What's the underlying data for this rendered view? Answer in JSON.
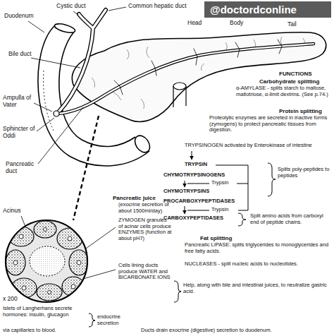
{
  "diagram": {
    "labels": [
      "@doctordconline",
      "Cystic duct",
      "Common hepatic duct",
      "Duodenum",
      "Head",
      "Body",
      "Tail",
      "Bile duct",
      "Ampulla of Vater",
      "Sphincter of Oddi",
      "Pancreatic duct",
      "Acinus",
      "x 200",
      "FUNCTIONS",
      "Carbohydrate splitting",
      "α-AMYLASE - splits starch to maltose, maltotriose, α-limit dextrins. (See p.74.)",
      "Protein splitting",
      "Proteolytic enzymes are secreted in inactive forms (zymogens) to protect pancreatic tissues from digestion.",
      "TRYPSINOGEN activated by Enterokinase of intestine",
      "TRYPSIN",
      "CHYMOTRYPSINOGENS",
      "Trypsin",
      "CHYMOTRYPSINS",
      "PROCARBOXYPEPTIDASES",
      "Trypsin",
      "CARBOXYPEPTIDASES",
      "Splits poly-peptides to peptides",
      "Split amino acids from carboxyl end of peptide chains.",
      "Fat splitting",
      "Pancreatic LIPASE: splits triglycerides to monoglycerides and free fatty acids.",
      "NUCLEASES - split nucleic acids to nucleotides.",
      "Pancreatic juice",
      "(exocrine secretion of about 1500ml/day)",
      "ZYMOGEN granules of acinar cells produce ENZYMES (function at about pH7)",
      "Cells lining ducts produce WATER and BICARBONATE IONS",
      "Help, along with bile and intestinal juices, to neutralize gastric acid.",
      "Islets of Langherhans secrete hormones: insulin, glucagon",
      "endocrine secretion",
      "via capillaries to blood.",
      "Ducts drain exocrine (digestive) secretion to duodenum."
    ]
  }
}
